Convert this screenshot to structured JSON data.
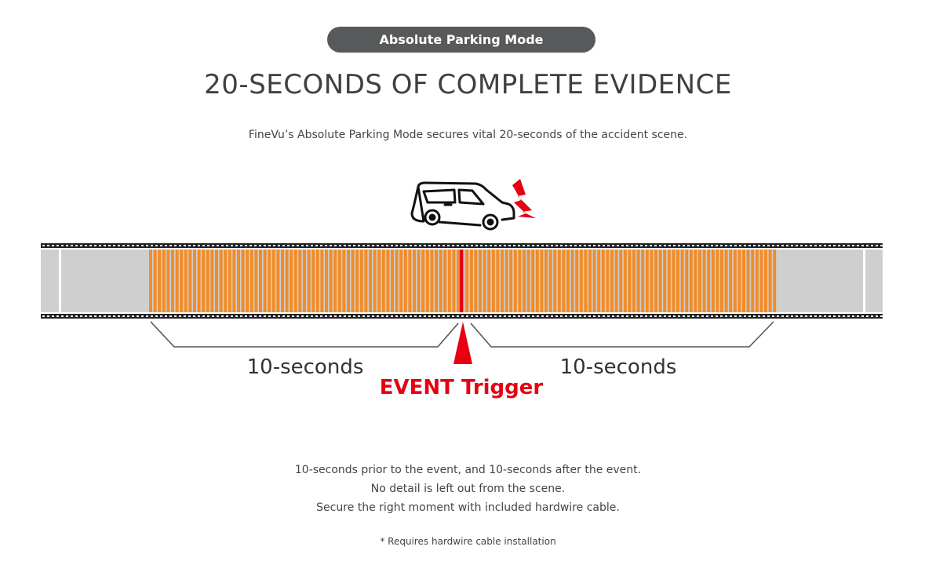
{
  "badge": "Absolute Parking Mode",
  "title": "20-SECONDS OF COMPLETE EVIDENCE",
  "subtitle": "FineVu’s Absolute Parking Mode secures vital 20-seconds of the accident scene.",
  "diagram": {
    "before_label": "10-seconds",
    "after_label": "10-seconds",
    "event_label": "EVENT Trigger",
    "icon": "car-impact-icon",
    "colors": {
      "recorded": "#f28c28",
      "idle": "#cfcfcf",
      "event": "#e60012",
      "film_edge": "#222222"
    }
  },
  "body": {
    "line1": "10-seconds prior to the event, and 10-seconds after the event.",
    "line2": "No detail is left out from the scene.",
    "line3": "Secure the right moment with included hardwire cable."
  },
  "note": "* Requires hardwire cable installation"
}
